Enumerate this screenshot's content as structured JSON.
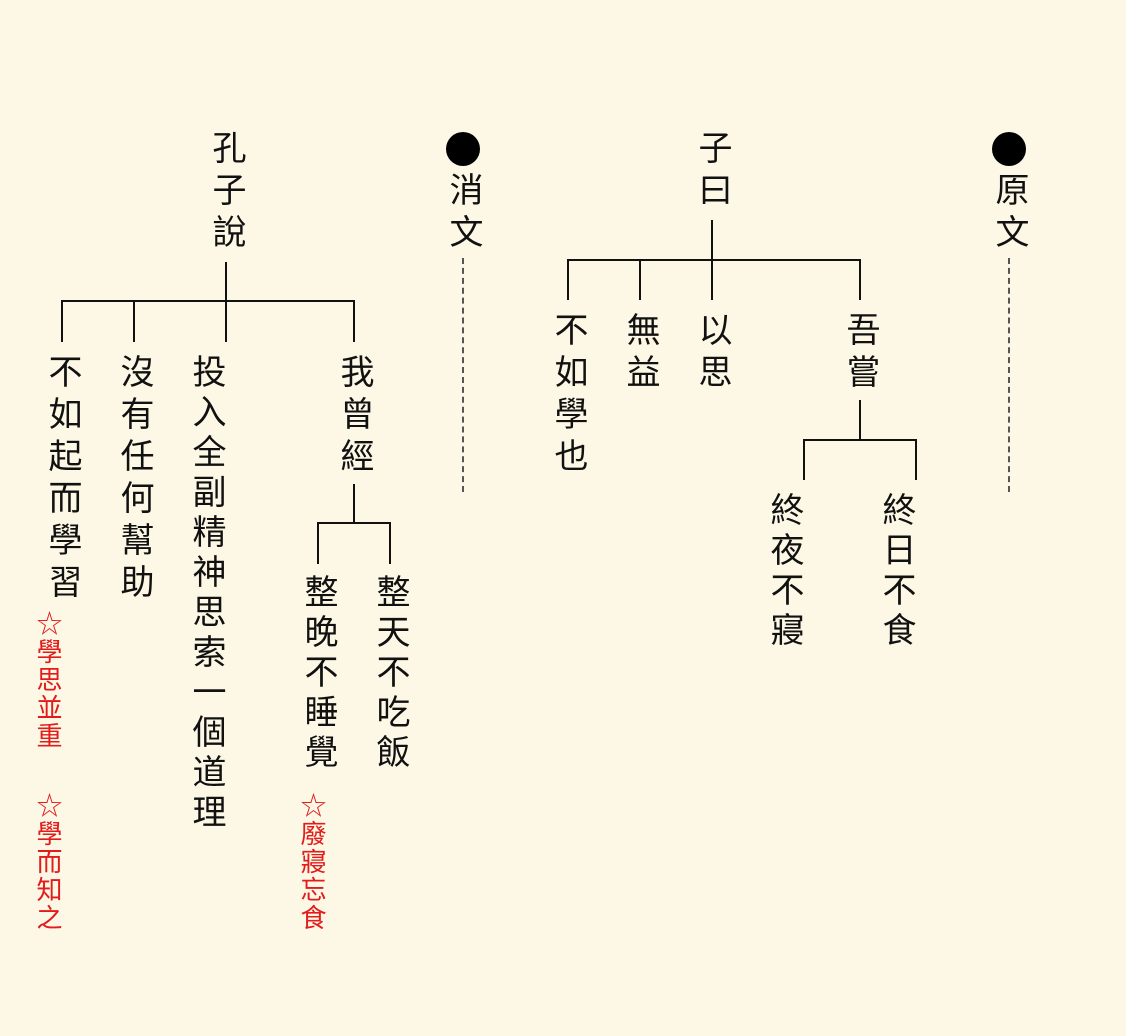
{
  "original": {
    "heading": "原文",
    "speaker": "子曰",
    "branches": [
      "吾嘗",
      "以思",
      "無益",
      "不如學也"
    ],
    "sub_branches": [
      "終日不食",
      "終夜不寢"
    ]
  },
  "explanation": {
    "heading": "消文",
    "speaker": "孔子說",
    "branches": [
      "我曾經",
      "投入全副精神思索一個道理",
      "沒有任何幫助",
      "不如起而學習"
    ],
    "sub_branches": [
      "整天不吃飯",
      "整晚不睡覺"
    ]
  },
  "notes": [
    "☆學思並重",
    "☆學而知之",
    "☆廢寢忘食"
  ]
}
